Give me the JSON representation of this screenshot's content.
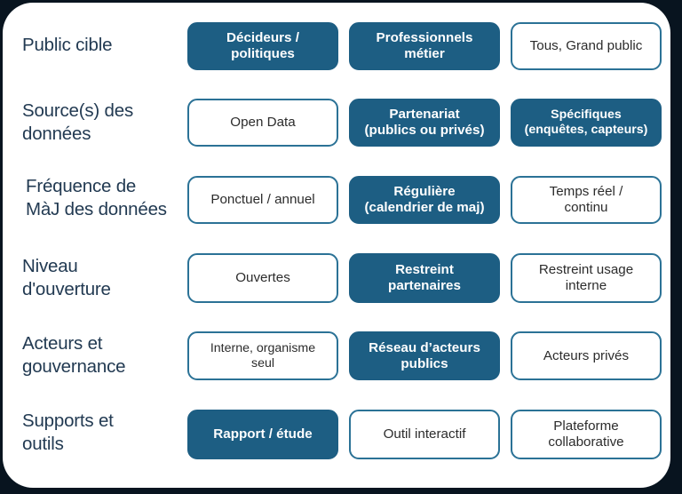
{
  "theme": {
    "page_background": "#08141f",
    "card_background": "#ffffff",
    "filled_cell_color": "#1d5e83",
    "outlined_cell_border": "#2b7296",
    "label_text_color": "#223a52",
    "outlined_cell_text_color": "#2c2c2c",
    "filled_cell_text_color": "#ffffff"
  },
  "matrix": {
    "rows": [
      {
        "label": "Public cible",
        "cells": [
          {
            "text": "Décideurs /\npolitiques",
            "state": "filled"
          },
          {
            "text": "Professionnels\nmétier",
            "state": "filled"
          },
          {
            "text": "Tous, Grand public",
            "state": "outlined"
          }
        ]
      },
      {
        "label": "Source(s) des\ndonnées",
        "cells": [
          {
            "text": "Open Data",
            "state": "outlined"
          },
          {
            "text": "Partenariat\n(publics ou privés)",
            "state": "filled"
          },
          {
            "text": "Spécifiques\n(enquêtes, capteurs)",
            "state": "filled"
          }
        ]
      },
      {
        "label": "Fréquence de\nMàJ des données",
        "cells": [
          {
            "text": "Ponctuel / annuel",
            "state": "outlined"
          },
          {
            "text": "Régulière\n(calendrier de maj)",
            "state": "filled"
          },
          {
            "text": "Temps réel /\ncontinu",
            "state": "outlined"
          }
        ]
      },
      {
        "label": "Niveau\nd'ouverture",
        "cells": [
          {
            "text": "Ouvertes",
            "state": "outlined"
          },
          {
            "text": "Restreint\npartenaires",
            "state": "filled"
          },
          {
            "text": "Restreint usage\ninterne",
            "state": "outlined"
          }
        ]
      },
      {
        "label": "Acteurs et\ngouvernance",
        "cells": [
          {
            "text": "Interne, organisme\nseul",
            "state": "outlined"
          },
          {
            "text": "Réseau d’acteurs\npublics",
            "state": "filled"
          },
          {
            "text": "Acteurs privés",
            "state": "outlined"
          }
        ]
      },
      {
        "label": "Supports et\noutils",
        "cells": [
          {
            "text": "Rapport / étude",
            "state": "filled"
          },
          {
            "text": "Outil interactif",
            "state": "outlined"
          },
          {
            "text": "Plateforme\ncollaborative",
            "state": "outlined"
          }
        ]
      }
    ]
  }
}
